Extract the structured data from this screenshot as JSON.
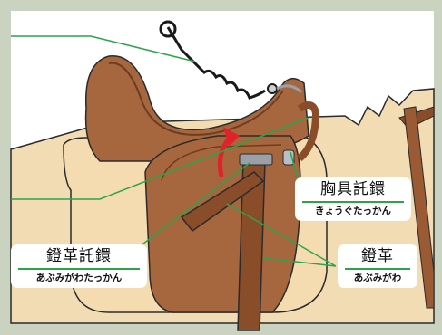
{
  "labels": {
    "breastplate_dee": {
      "main": "胸具託鐶",
      "reading": "きょうぐたっかん"
    },
    "stirrup_bar": {
      "main": "鐙革託鐶",
      "reading": "あぶみがわたっかん"
    },
    "stirrup_leather": {
      "main": "鐙革",
      "reading": "あぶみがわ"
    }
  },
  "colors": {
    "frame": "#c9d3bf",
    "background": "#ffffff",
    "saddle": "#a6663e",
    "saddle_dark": "#6e3d20",
    "pad": "#f5dcb0",
    "leader_line": "#2aa54a",
    "arrow": "#e0222a"
  }
}
